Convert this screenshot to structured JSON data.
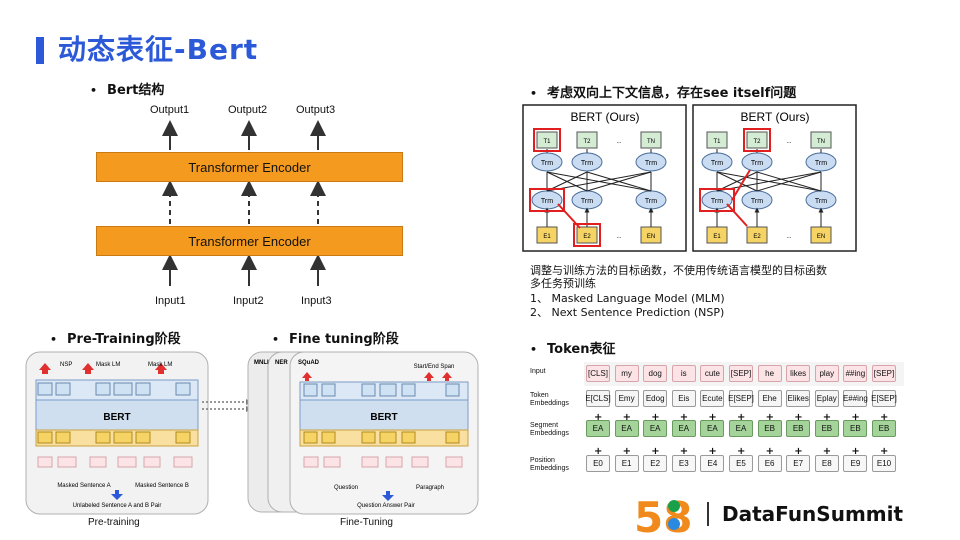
{
  "header": {
    "title": "动态表征-Bert"
  },
  "structure": {
    "bullet": "Bert结构",
    "outputs": [
      "Output1",
      "Output2",
      "Output3"
    ],
    "inputs": [
      "Input1",
      "Input2",
      "Input3"
    ],
    "encoder_label": "Transformer Encoder"
  },
  "pretrain": {
    "bullet": "Pre-Training阶段",
    "caption": "Pre-training",
    "top_labels": [
      "NSP",
      "Mask LM",
      "Mask LM"
    ],
    "model_label": "BERT",
    "sentence_a": "Masked Sentence A",
    "sentence_b": "Masked Sentence B",
    "pair_label": "Unlabeled Sentence A and B Pair"
  },
  "finetune": {
    "bullet": "Fine tuning阶段",
    "caption": "Fine-Tuning",
    "tasks": [
      "MNLI",
      "NER",
      "SQuAD"
    ],
    "span_label": "Start/End Span",
    "model_label": "BERT",
    "question": "Question",
    "paragraph": "Paragraph",
    "pair_label": "Question Answer Pair"
  },
  "bidirectional": {
    "bullet": "考虑双向上下文信息，存在see itself问题",
    "panel_title": "BERT (Ours)",
    "top_tokens": [
      "T1",
      "T2",
      "...",
      "TN"
    ],
    "node_label": "Trm",
    "bottom_tokens": [
      "E1",
      "E2",
      "...",
      "EN"
    ]
  },
  "notes": {
    "line1": "调整与训练方法的目标函数，不使用传统语言模型的目标函数",
    "line2": "多任务预训练",
    "item1": "1、 Masked Language Model (MLM)",
    "item2": "2、 Next Sentence Prediction (NSP)"
  },
  "token_repr": {
    "bullet": "Token表征",
    "row_labels": [
      "Input",
      "Token Embeddings",
      "Segment Embeddings",
      "Position Embeddings"
    ],
    "inputs": [
      "[CLS]",
      "my",
      "dog",
      "is",
      "cute",
      "[SEP]",
      "he",
      "likes",
      "play",
      "##ing",
      "[SEP]"
    ],
    "token_embeddings": [
      "E[CLS]",
      "Emy",
      "Edog",
      "Eis",
      "Ecute",
      "E[SEP]",
      "Ehe",
      "Elikes",
      "Eplay",
      "E##ing",
      "E[SEP]"
    ],
    "segment_embeddings": [
      "EA",
      "EA",
      "EA",
      "EA",
      "EA",
      "EA",
      "EB",
      "EB",
      "EB",
      "EB",
      "EB"
    ],
    "position_embeddings": [
      "E0",
      "E1",
      "E2",
      "E3",
      "E4",
      "E5",
      "E6",
      "E7",
      "E8",
      "E9",
      "E10"
    ]
  },
  "branding": {
    "logo_number": "58",
    "name": "DataFunSummit"
  },
  "colors": {
    "title": "#2b59d8",
    "encoder": "#f39a1f",
    "trm_node": "#c9dcf2",
    "token_top": "#d5ecd4",
    "token_bottom": "#f6d365",
    "highlight": "#e02020",
    "segment": "#a4d49a",
    "input_token": "#fbe3e6"
  }
}
